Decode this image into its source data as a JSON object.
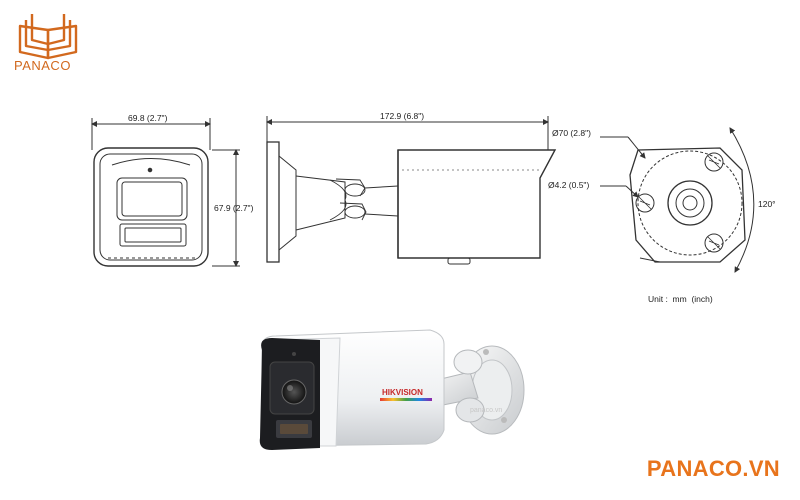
{
  "brand": {
    "logo_text": "PANACO",
    "website": "PANACO.VN",
    "accent_color": "#e8741c"
  },
  "diagram": {
    "front_width": "69.8 (2.7\")",
    "front_height": "67.9 (2.7\")",
    "side_length": "172.9 (6.8\")",
    "mount_diameter": "Ø70 (2.8\")",
    "hole_diameter": "Ø4.2 (0.5\")",
    "angle": "120°",
    "unit": "Unit :  mm  (inch)"
  },
  "product": {
    "brand_label": "HIKVISION",
    "watermark": "panaco.vn"
  }
}
